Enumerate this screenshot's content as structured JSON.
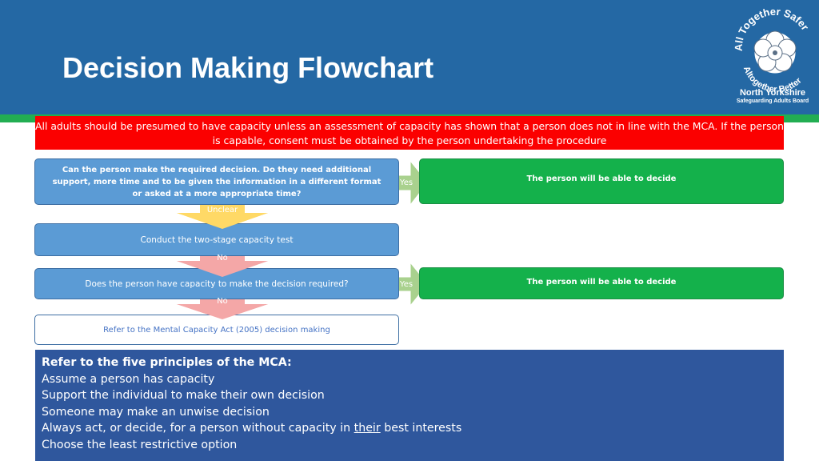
{
  "header": {
    "title": "Decision Making Flowchart",
    "bg_color": "#2468a4",
    "strip_color": "#22ae52"
  },
  "logo": {
    "arc_top": "All Together Safer",
    "arc_bottom": "Altogether Better",
    "org_name": "North Yorkshire",
    "org_sub": "Safeguarding Adults Board"
  },
  "banner": {
    "text": "All adults should be presumed to have capacity unless an assessment of capacity has shown that a person does not in line with the MCA. If the person is capable, consent must be obtained by the person undertaking the procedure",
    "color": "#fb0000"
  },
  "flow": {
    "q1": "Can the person make the required decision. Do they need additional support, more time and to be given the information in a different format or asked at a more appropriate time?",
    "q1_yes": "Yes",
    "r1": "The person will be able to decide",
    "unclear": "Unclear",
    "step2": "Conduct the two-stage capacity test",
    "no1": "No",
    "q3": "Does the person have capacity to make the decision required?",
    "q3_yes": "Yes",
    "r3": "The person will be able to decide",
    "no2": "No",
    "step4": "Refer to the Mental Capacity Act (2005) decision making",
    "colors": {
      "question": "#5b9bd5",
      "result": "#14b14b",
      "yes_arrow": "#a9d18e",
      "unclear_arrow": "#ffd966",
      "no_arrow": "#f4a7a7"
    }
  },
  "principles": {
    "title": "Refer to the five principles of the MCA:",
    "items": [
      "Assume a person has capacity",
      "Support the individual to make their own decision",
      "Someone may make an unwise decision"
    ],
    "item4_pre": "Always act, or decide, for a person without capacity in ",
    "item4_ul": "their",
    "item4_post": " best interests",
    "item5": "Choose the least restrictive option",
    "color": "#2f579d"
  }
}
